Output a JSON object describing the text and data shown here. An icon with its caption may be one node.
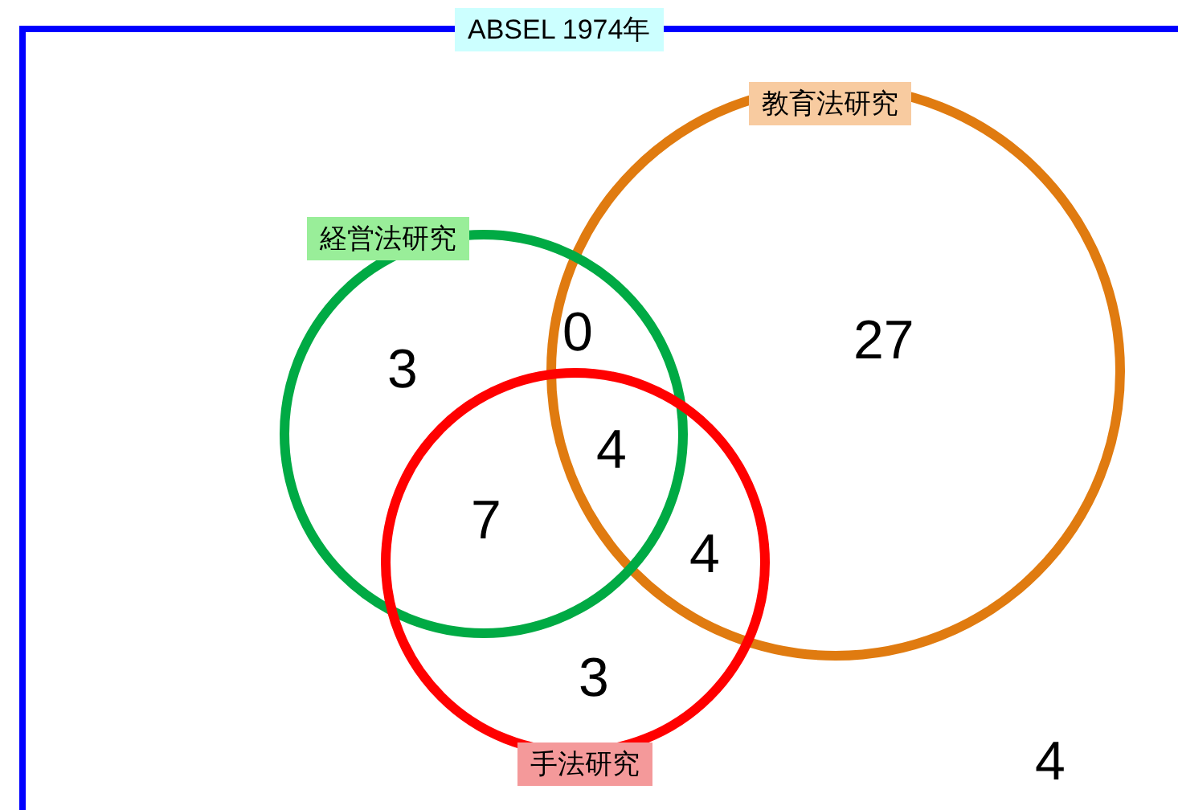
{
  "diagram": {
    "nodes": [
      {
        "text": [
          "ABSEL 1974年"
        ]
      },
      {
        "text": [
          "教育法研究"
        ],
        "in": 0
      },
      {
        "text": [
          "経営法研究"
        ],
        "in": 0
      },
      {
        "text": [
          "手法研究"
        ],
        "in": 0
      }
    ],
    "labels": [
      "0",
      "27",
      "3",
      "4",
      "7",
      "4",
      "3",
      "4"
    ]
  }
}
